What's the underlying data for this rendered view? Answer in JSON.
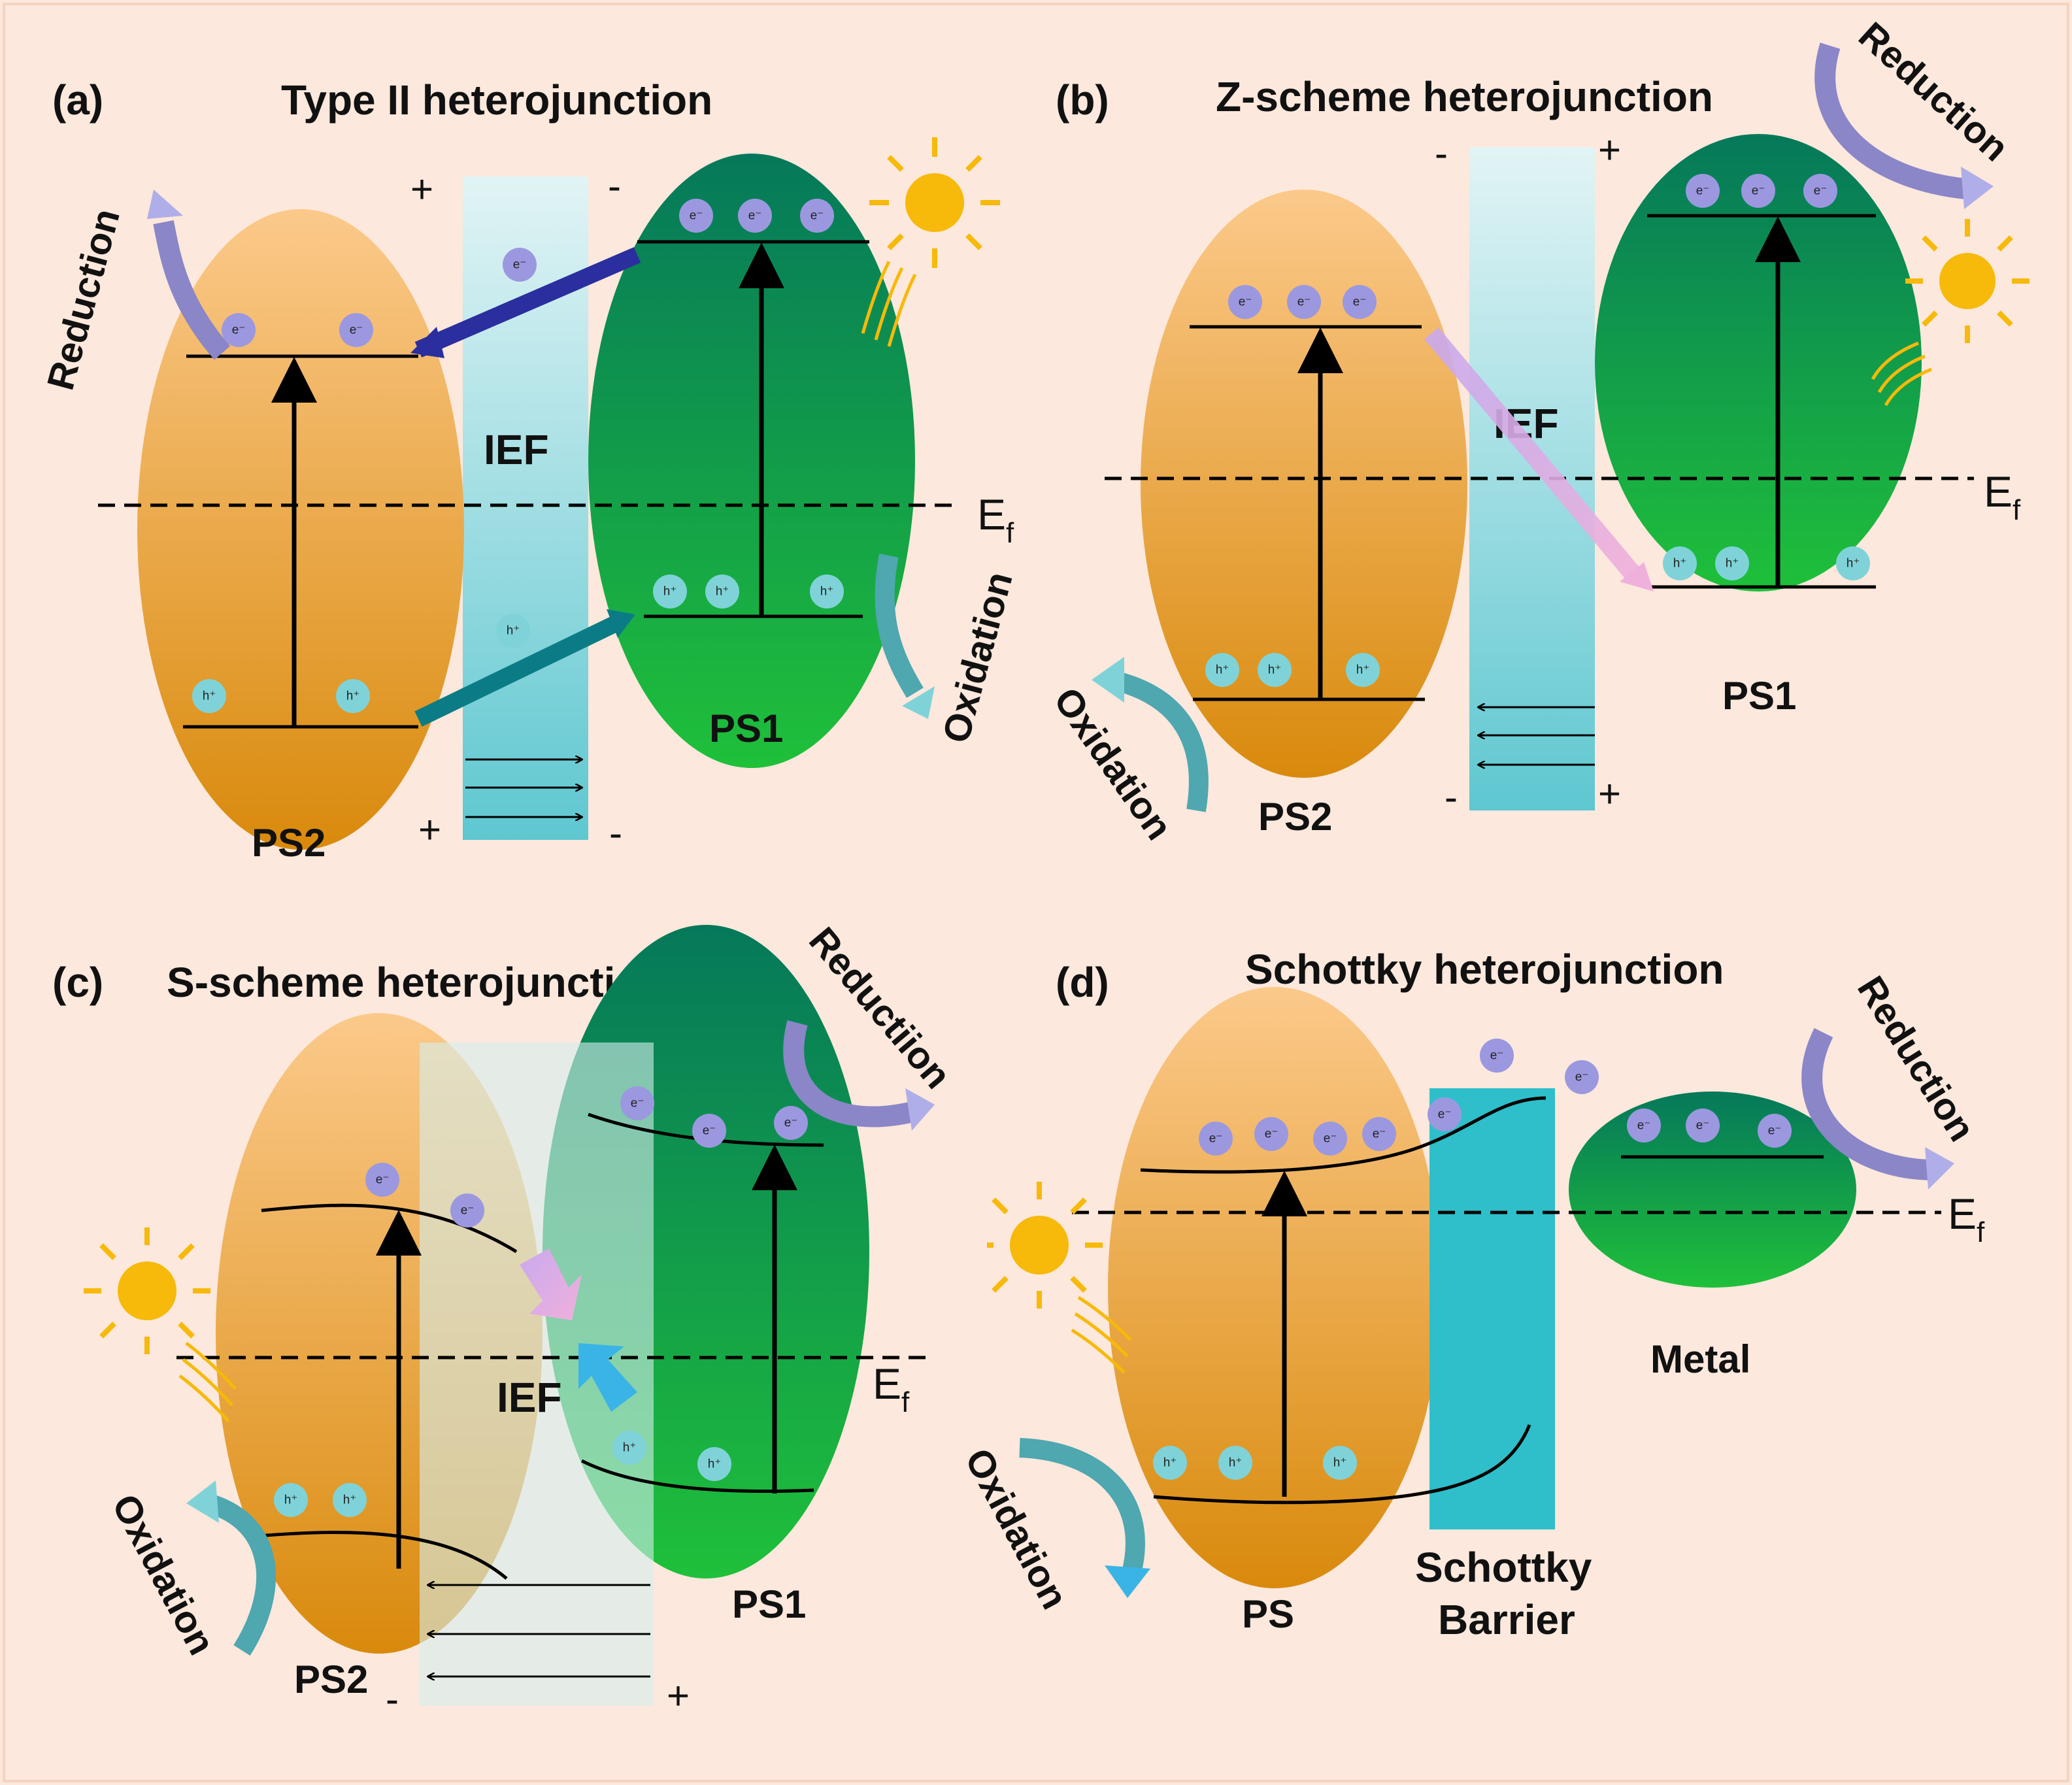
{
  "colors": {
    "background": "#fce8dc",
    "ps2_orange_top": "#fbc98a",
    "ps2_orange_bottom": "#d98a0c",
    "ps1_green_top": "#05785a",
    "ps1_green_bottom": "#1fc03a",
    "ief_top": "#e2f4f5",
    "ief_bottom": "#5ec7d0",
    "electron": "#9b98e0",
    "hole": "#7fd3d8",
    "schottky_barrier": "#2ebfca",
    "sun": "#f7b90a"
  },
  "symbols": {
    "electron": "e⁻",
    "hole": "h⁺",
    "fermi": "E",
    "fermi_sub": "f",
    "plus": "+",
    "minus": "-"
  },
  "panels": {
    "a": {
      "label": "(a)",
      "title": "Type II heterojunction",
      "ps_left": "PS2",
      "ps_right": "PS1",
      "field": "IEF",
      "reduction": "Reduction",
      "oxidation": "Oxidation"
    },
    "b": {
      "label": "(b)",
      "title": "Z-scheme heterojunction",
      "ps_left": "PS2",
      "ps_right": "PS1",
      "field": "IEF",
      "reduction": "Reduction",
      "oxidation": "Oxidation"
    },
    "c": {
      "label": "(c)",
      "title": "S-scheme heterojunction",
      "ps_left": "PS2",
      "ps_right": "PS1",
      "field": "IEF",
      "reduction": "Reductiion",
      "oxidation": "Oxidation"
    },
    "d": {
      "label": "(d)",
      "title": "Schottky heterojunction",
      "ps_left": "PS",
      "metal": "Metal",
      "barrier_line1": "Schottky",
      "barrier_line2": "Barrier",
      "reduction": "Reduction",
      "oxidation": "Oxidation"
    }
  }
}
